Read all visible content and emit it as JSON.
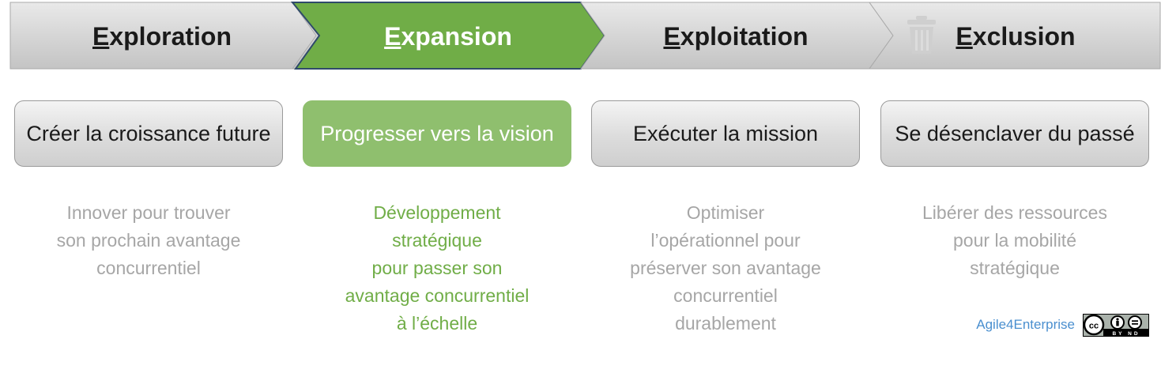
{
  "colors": {
    "active_green": "#70ad47",
    "active_box_green": "#8fbf6e",
    "inactive_text": "#a6a6a6",
    "brand_blue": "#4a8fcf"
  },
  "phases": [
    {
      "initial": "E",
      "rest": "xploration",
      "goal": "Créer la croissance future",
      "description": "Innover pour trouver\nson prochain avantage\nconcurrentiel",
      "active": false
    },
    {
      "initial": "E",
      "rest": "xpansion",
      "goal": "Progresser vers la vision",
      "description": "Développement\nstratégique\npour passer son\navantage concurrentiel\nà l’échelle",
      "active": true
    },
    {
      "initial": "E",
      "rest": "xploitation",
      "goal": "Exécuter la mission",
      "description": "Optimiser\nl’opérationnel pour\npréserver son avantage\nconcurrentiel\ndurablement",
      "active": false
    },
    {
      "initial": "E",
      "rest": "xclusion",
      "goal": "Se désenclaver du passé",
      "description": "Libérer des ressources\npour la mobilité\nstratégique",
      "active": false
    }
  ],
  "footer": {
    "brand": "Agile4Enterprise",
    "license_icon": "cc-by-nd-icon",
    "license_text": "BY ND"
  },
  "icons": {
    "exclusion_watermark": "trash-icon"
  }
}
